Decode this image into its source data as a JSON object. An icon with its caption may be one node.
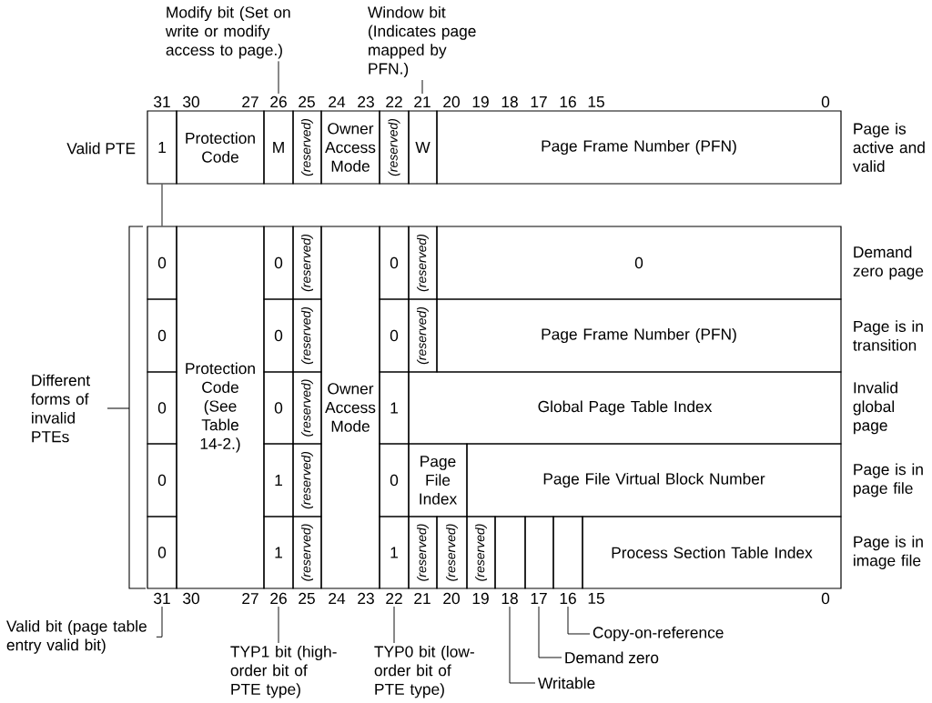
{
  "diagram": {
    "nodes": [
      {
        "text": [
          "Modify bit (Set on write or modify access to page.)"
        ]
      },
      {
        "text": [
          "Window bit (Indicates page mapped by PFN.)"
        ]
      },
      {
        "text": [
          "26"
        ]
      },
      {
        "text": [
          "21"
        ]
      },
      {
        "text": [
          "1"
        ]
      },
      {
        "text": [
          "Protection Code"
        ]
      },
      {
        "text": [
          "M"
        ]
      },
      {
        "text": [
          "(reserved)"
        ]
      },
      {
        "text": [
          "Owner Access Mode"
        ]
      },
      {
        "text": [
          "(reserved)"
        ]
      },
      {
        "text": [
          "W"
        ]
      },
      {
        "text": [
          "Page Frame Number (PFN)"
        ]
      },
      {
        "text": [
          "0"
        ]
      },
      {
        "text": [
          "Protection Code",
          "(See Table 14-2.)"
        ]
      },
      {
        "text": [
          "0"
        ]
      },
      {
        "text": [
          "(reserved)"
        ]
      },
      {
        "text": [
          "Owner Access Mode"
        ]
      },
      {
        "text": [
          "0"
        ]
      },
      {
        "text": [
          "(reserved)"
        ]
      },
      {
        "text": [
          "0"
        ]
      },
      {
        "text": [
          "0"
        ]
      },
      {
        "text": [
          "0"
        ]
      },
      {
        "text": [
          "(reserved)"
        ]
      },
      {
        "text": [
          "0"
        ]
      },
      {
        "text": [
          "(reserved)"
        ]
      },
      {
        "text": [
          "Page Frame Number (PFN)"
        ]
      },
      {
        "text": [
          "0"
        ]
      },
      {
        "text": [
          "0"
        ]
      },
      {
        "text": [
          "(reserved)"
        ]
      },
      {
        "text": [
          "1"
        ]
      },
      {
        "text": [
          "Global Page Table Index"
        ]
      },
      {
        "text": [
          "0"
        ]
      },
      {
        "text": [
          "1"
        ]
      },
      {
        "text": [
          "(reserved)"
        ]
      },
      {
        "text": [
          "0"
        ]
      },
      {
        "text": [
          "Page File Index"
        ]
      },
      {
        "text": [
          "Page File Virtual Block Number"
        ]
      },
      {
        "text": [
          "0"
        ]
      },
      {
        "text": [
          "1"
        ]
      },
      {
        "text": [
          "(reserved)"
        ]
      },
      {
        "text": [
          "1"
        ]
      },
      {
        "text": [
          "(reserved)"
        ]
      },
      {
        "text": [
          "(reserved)"
        ]
      },
      {
        "text": [
          "(reserved)"
        ]
      },
      {
        "text": [],
        "shape": "box"
      },
      {
        "text": [],
        "shape": "box"
      },
      {
        "text": [],
        "shape": "box"
      },
      {
        "text": [
          "Process Section Table Index"
        ]
      },
      {
        "text": [
          "31"
        ]
      },
      {
        "text": [
          "26"
        ]
      },
      {
        "text": [
          "22"
        ]
      },
      {
        "text": [
          "18"
        ]
      },
      {
        "text": [
          "17"
        ]
      },
      {
        "text": [
          "16"
        ]
      },
      {
        "text": [
          "Valid bit (page table entry valid bit)"
        ]
      },
      {
        "text": [
          "TYP1 bit (high-order bit of PTE type)"
        ]
      },
      {
        "text": [
          "TYP0 bit (low-order bit of PTE type)"
        ]
      },
      {
        "text": [
          "Writable"
        ]
      },
      {
        "text": [
          "Demand zero"
        ]
      },
      {
        "text": [
          "Copy-on-reference"
        ]
      }
    ],
    "edges": [
      {
        "from": 0,
        "to": 2,
        "arrow": "none"
      },
      {
        "from": 1,
        "to": 3,
        "arrow": "none"
      },
      {
        "from": 4,
        "to": 12,
        "arrow": "none"
      },
      {
        "from": 54,
        "to": 48,
        "arrow": "none"
      },
      {
        "from": 55,
        "to": 49,
        "arrow": "none"
      },
      {
        "from": 56,
        "to": 50,
        "arrow": "none"
      },
      {
        "from": 57,
        "to": 51,
        "arrow": "none"
      },
      {
        "from": 58,
        "to": 52,
        "arrow": "none"
      },
      {
        "from": 59,
        "to": 53,
        "arrow": "none"
      }
    ],
    "labels": [
      "Valid PTE",
      "31",
      "30",
      "27",
      "25",
      "24",
      "23",
      "22",
      "20",
      "19",
      "18",
      "17",
      "16",
      "15",
      "0",
      "Page is active and valid",
      "Different forms of invalid PTEs",
      "Demand zero page",
      "Page is in transition",
      "Invalid global page",
      "Page is in page file",
      "Page is in image file",
      "30",
      "27",
      "25",
      "24",
      "23",
      "21",
      "20",
      "19",
      "15",
      "0"
    ]
  }
}
